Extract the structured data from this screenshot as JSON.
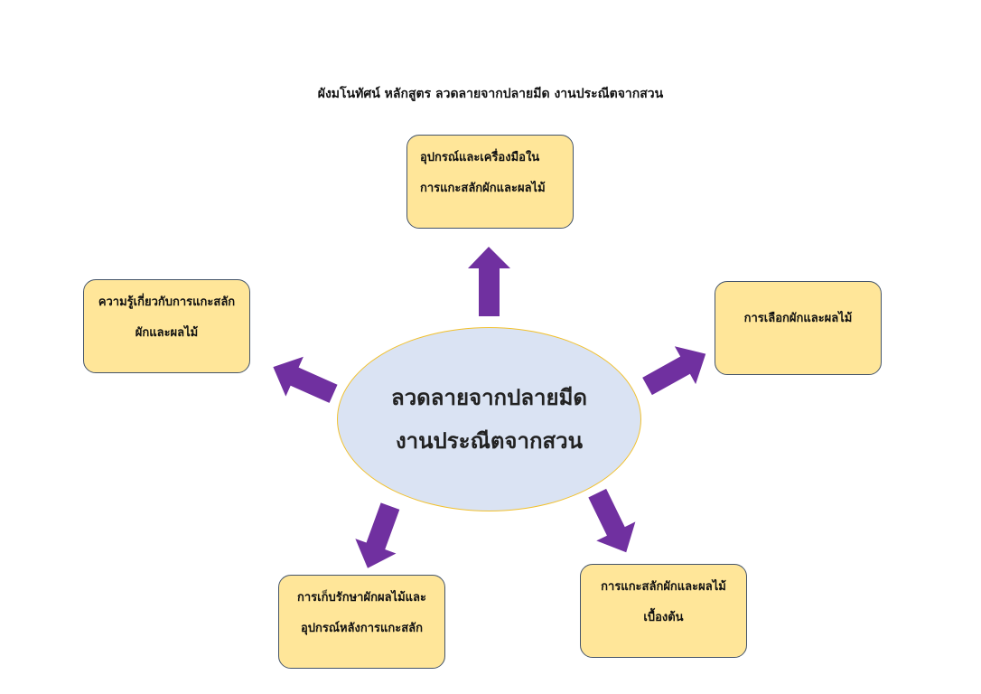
{
  "title": "ผังมโนทัศน์ หลักสูตร  ลวดลายจากปลายมีด  งานประณีตจากสวน",
  "center": {
    "text": "ลวดลายจากปลายมีด\nงานประณีตจากสวน"
  },
  "nodes": {
    "top": "อุปกรณ์และเครื่องมือใน\nการแกะสลักผักและผลไม้",
    "left": "ความรู้เกี่ยวกับการแกะสลัก\nผักและผลไม้",
    "right": "การเลือกผักและผลไม้",
    "bottom_left": "การเก็บรักษาผักผลไม้และ\nอุปกรณ์หลังการแกะสลัก",
    "bottom_right": "การแกะสลักผักและผลไม้\nเบื้องต้น"
  },
  "colors": {
    "box_fill": "#ffe699",
    "box_border": "#44546a",
    "center_fill": "#dae3f3",
    "center_border": "#f2c12e",
    "arrow": "#7030a0"
  }
}
